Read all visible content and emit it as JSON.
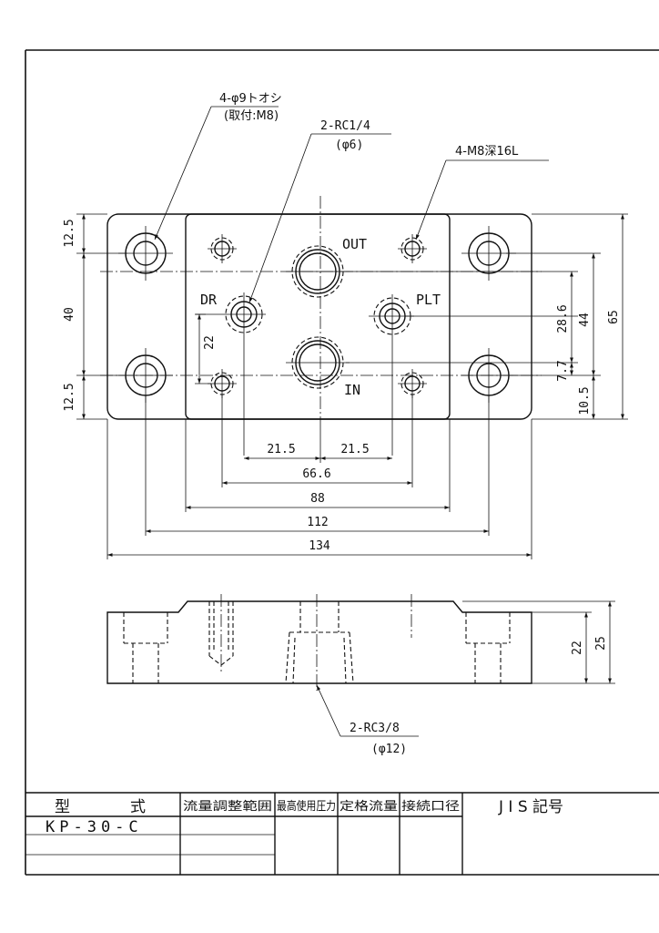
{
  "callouts": {
    "mount_holes": "4-φ9トオシ",
    "mount_holes_note": "(取付:M8)",
    "dr_plt_ports": "2-RC1/4",
    "dr_plt_ports_note": "(φ6)",
    "tapped_holes": "4-M8深16L",
    "in_out_ports": "2-RC3/8",
    "in_out_ports_note": "(φ12)"
  },
  "port_labels": {
    "out": "OUT",
    "in": "IN",
    "dr": "DR",
    "plt": "PLT"
  },
  "dimensions": {
    "left_12_5_top": "12.5",
    "left_40": "40",
    "left_12_5_bottom": "12.5",
    "left_22": "22",
    "right_28_6": "28.6",
    "right_44": "44",
    "right_65": "65",
    "right_7_7": "7.7",
    "right_10_5": "10.5",
    "h_21_5_left": "21.5",
    "h_21_5_right": "21.5",
    "h_66_6": "66.6",
    "h_88": "88",
    "h_112": "112",
    "h_134": "134",
    "side_22": "22",
    "side_25": "25"
  },
  "title_block": {
    "model_header_a": "型",
    "model_header_b": "式",
    "model_value": "KP-30-C",
    "flow_adjust_range": "流量調整範囲",
    "max_pressure": "最高使用圧力",
    "rated_flow": "定格流量",
    "port_size": "接続口径",
    "jis_symbol": "J I S 記号"
  }
}
